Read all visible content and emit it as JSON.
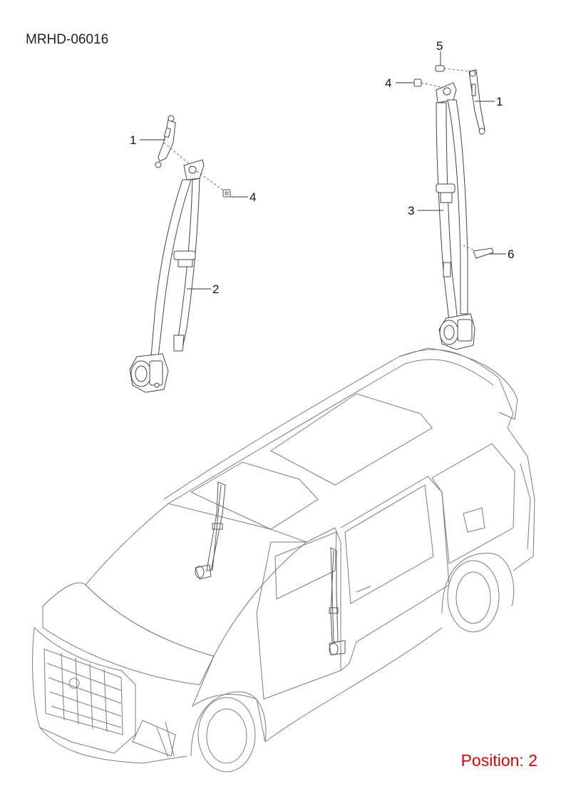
{
  "header": {
    "diagram_code": "MRHD-06016"
  },
  "footer": {
    "position_label": "Position: 2"
  },
  "callouts": {
    "left": {
      "retractor_anchor_1": "1",
      "belt_2": "2",
      "bolt_4": "4"
    },
    "right": {
      "bolt_5": "5",
      "nut_4": "4",
      "anchor_1": "1",
      "belt_3": "3",
      "bracket_6": "6"
    }
  },
  "colors": {
    "line": "#7a7a7a",
    "label": "#111111",
    "position_text": "#e00000"
  }
}
